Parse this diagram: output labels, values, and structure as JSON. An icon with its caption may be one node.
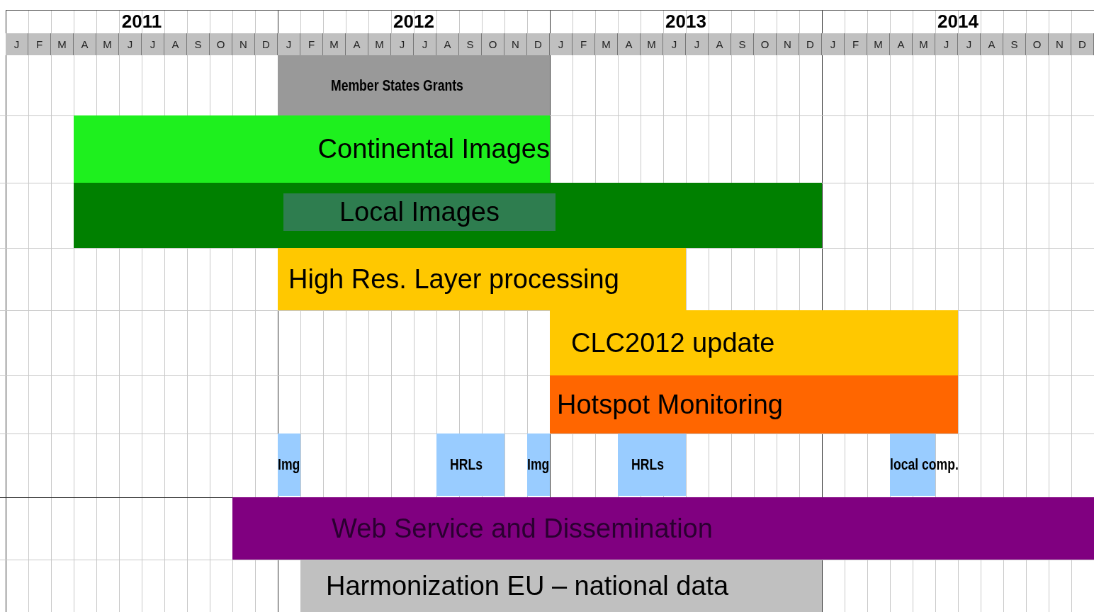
{
  "diagram": {
    "nodes": [
      {
        "text": [
          "Member States Grants"
        ]
      },
      {
        "text": [
          "Continental Images"
        ]
      },
      {
        "text": [],
        "shape": "bar"
      },
      {
        "text": [
          "Local Images"
        ],
        "in": 2
      },
      {
        "text": [
          "High Res. Layer  processing"
        ]
      },
      {
        "text": [
          "CLC2012 update"
        ]
      },
      {
        "text": [
          "Hotspot Monitoring"
        ]
      },
      {
        "text": [
          "Img"
        ]
      },
      {
        "text": [
          "HRLs"
        ]
      },
      {
        "text": [
          "Img"
        ]
      },
      {
        "text": [
          "HRLs"
        ]
      },
      {
        "text": [
          "local comp."
        ]
      },
      {
        "text": [
          "Web Service and Dissemination"
        ]
      },
      {
        "text": [
          "Harmonization EU – national data"
        ]
      }
    ],
    "labels": [
      "2011",
      "2012",
      "2013",
      "2014",
      "J",
      "F",
      "M",
      "A",
      "M",
      "J",
      "J",
      "A",
      "S",
      "O",
      "N",
      "D",
      "J",
      "F",
      "M",
      "A",
      "M",
      "J",
      "J",
      "A",
      "S",
      "O",
      "N",
      "D",
      "J",
      "F",
      "M",
      "A",
      "M",
      "J",
      "J",
      "A",
      "S",
      "O",
      "N",
      "D",
      "J",
      "F",
      "M",
      "A",
      "M",
      "J",
      "J",
      "A",
      "S",
      "O",
      "N",
      "D"
    ]
  }
}
